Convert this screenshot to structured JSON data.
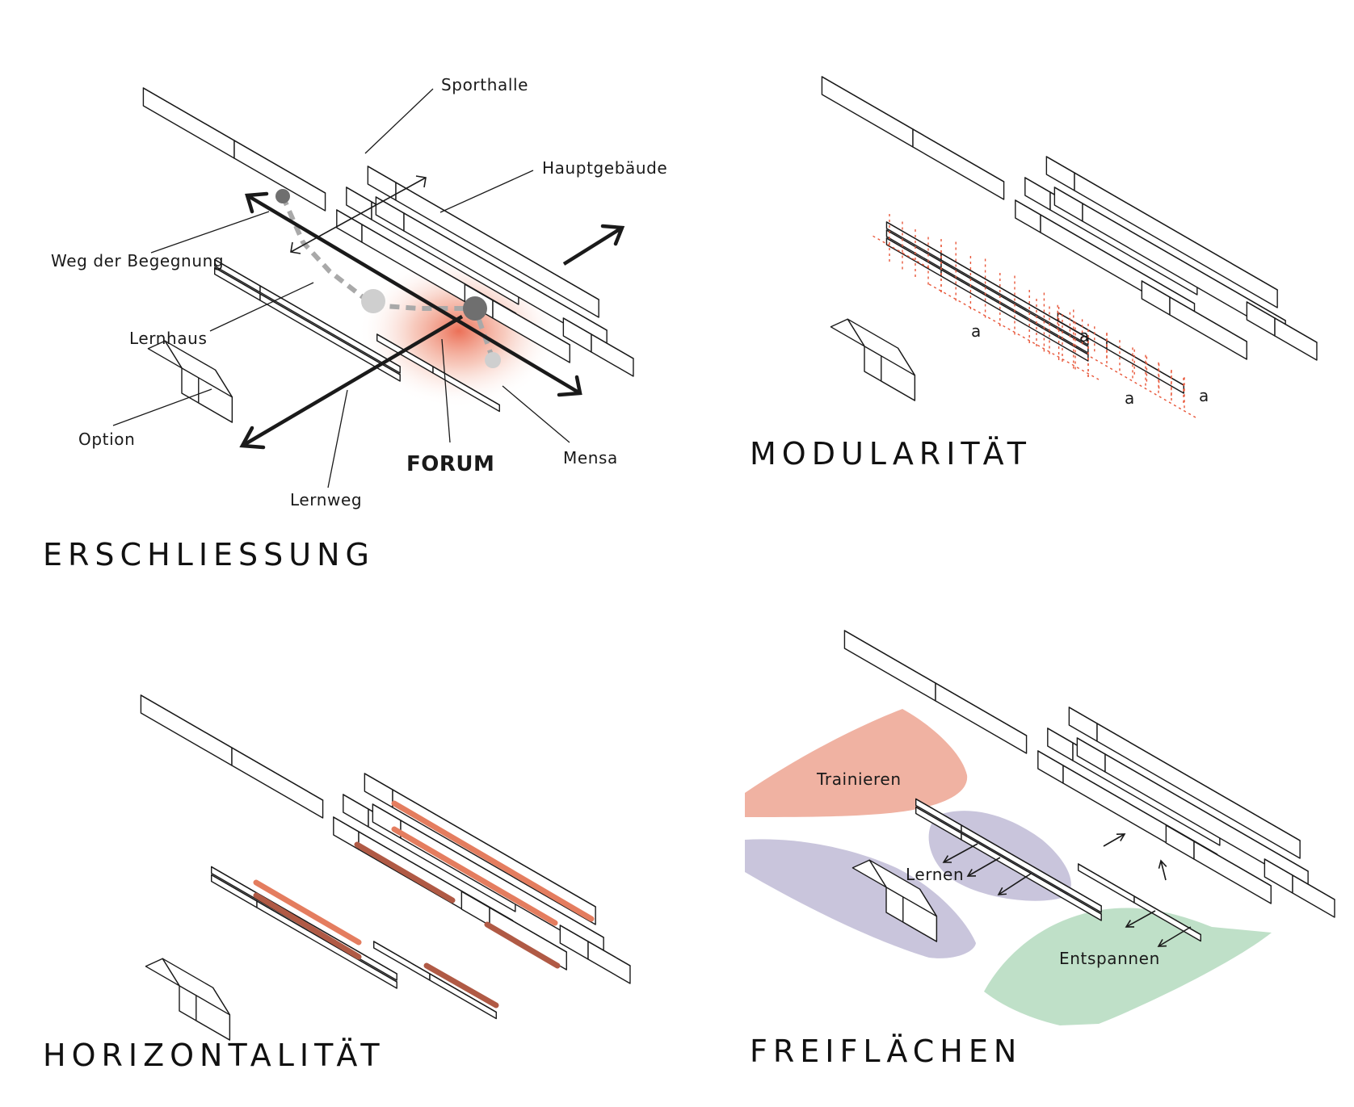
{
  "panels": {
    "erschliessung": {
      "title": "ERSCHLIESSUNG",
      "labels": {
        "sporthalle": "Sporthalle",
        "hauptgebaeude": "Hauptgebäude",
        "weg_der_begegnung": "Weg der Begegnung",
        "lernhaus": "Lernhaus",
        "option": "Option",
        "forum": "FORUM",
        "mensa": "Mensa",
        "lernweg": "Lernweg"
      }
    },
    "modularitaet": {
      "title": "MODULARITÄT",
      "module_labels": [
        "a",
        "a",
        "a",
        "a"
      ]
    },
    "horizontalitaet": {
      "title": "HORIZONTALITÄT"
    },
    "freiflaechen": {
      "title": "FREIFLÄCHEN",
      "zones": {
        "trainieren": "Trainieren",
        "lernen": "Lernen",
        "entspannen": "Entspannen"
      }
    }
  },
  "colors": {
    "accent_red": "#e8573a",
    "band_orange": "#e47d5f",
    "band_dark": "#b05a45",
    "trainieren": "#f0b2a2",
    "lernen": "#c9c5dc",
    "entspannen": "#bfe0c8",
    "building_lilac": "#e9e7f2",
    "building_pink": "#f9e1da",
    "building_mint": "#e6f4ea",
    "dot_dark": "#6f6f6f",
    "dot_light": "#cfcfcf"
  }
}
